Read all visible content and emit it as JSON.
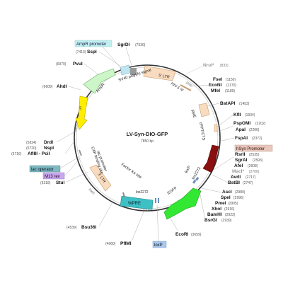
{
  "plasmid": {
    "name": "LV-Syn-DIO-GFP",
    "size": "7850 bp"
  },
  "ticks": {
    "t1000": "1000",
    "t2000": "2000",
    "t3000": "3000",
    "t4000": "4000",
    "t5000": "5000",
    "t6000": "6000",
    "t7000": "7000"
  },
  "features": {
    "ltr5": "5' LTR",
    "hiv": "HIV-1 Ψ",
    "rre": "RRE",
    "cppt": "cPPT/CTS",
    "loxp_r": "loxP",
    "lox2272_r": "lox2272",
    "egfp": "EGFP",
    "lox2272_b": "lox2272",
    "wpre": "WPRE",
    "factor_xa": "Factor Xa site",
    "ltr3": "3' LTR",
    "cap": "CAP binding site",
    "lac_promoter": "lac promoter",
    "ori": "ori",
    "ampr": "AmpR",
    "sv40": "SV40 poly(A) signal"
  },
  "boxed": {
    "ampr_promoter": "AmpR promoter",
    "hsyn_promoter": "hSyn Promoter",
    "lac_operator": "lac operator",
    "m13_rev": "M13 rev",
    "loxp_bottom": "loxP"
  },
  "sites": {
    "sspi_pos": "(7413)",
    "sspi": "SspI",
    "sgrdi_pos": "(7530)",
    "sgrdi": "SgrDI",
    "pvui_pos": "(6979)",
    "pvui": "PvuI",
    "nrui": "NruI*",
    "nrui_pos": "(833)",
    "ahdi_pos": "(6609)",
    "ahdi": "AhdI",
    "fsei": "FseI",
    "fsei_pos": "(1150)",
    "econi": "EcoNI",
    "econi_pos": "(1170)",
    "mfei": "MfeI",
    "mfei_pos": "(1189)",
    "bstapi": "BstAPI",
    "bstapi_pos": "(1453)",
    "kfli": "KflI",
    "kfli_pos": "(1934)",
    "pspomi": "PspOMI",
    "pspomi_pos": "(2202)",
    "apai": "ApaI",
    "apai_pos": "(2206)",
    "fspai": "FspAI",
    "fspai_pos": "(2372)",
    "rsrii": "RsrII",
    "rsrii_pos": "(2535)",
    "sgrai": "SgrAI",
    "sgrai_pos": "(2593)",
    "afei": "AfeI",
    "afei_pos": "(2608)",
    "maci": "MacI*",
    "maci_pos": "(2706)",
    "avrii": "AvrII",
    "avrii_pos": "(2717)",
    "bstbi": "BstBI",
    "bstbi_pos": "(2747)",
    "drdi_pos": "(5824)",
    "drdi": "DrdI",
    "nspi_pos": "(5720)",
    "nspi": "NspI",
    "afliii_pos": "(5716)",
    "afliii": "AflIII - PciI",
    "stui_pos": "(5318)",
    "stui": "StuI",
    "asci": "AscI",
    "asci_pos": "(2989)",
    "spei": "SpeI",
    "spei_pos": "(2996)",
    "pmei": "PmeI",
    "pmei_pos": "(2905)",
    "xhoi": "XhoI",
    "xhoi_pos": "(2916)",
    "bamhi": "BamHI",
    "bamhi_pos": "(2922)",
    "bsrgi": "BsrGI",
    "bsrgi_pos": "(2939)",
    "bsu36i_pos": "(4539)",
    "bsu36i": "Bsu36I",
    "pflmi_pos": "(4060)",
    "pflmi": "PflMI",
    "ecori": "EcoRI",
    "ecori_pos": "(3659)"
  },
  "colors": {
    "ltr": "#f9dcbf",
    "ampr": "#ccf5c8",
    "ori": "#ffee00",
    "hsyn": "#8a0f0f",
    "egfp": "#33e833",
    "wpre": "#3ec0c4",
    "sv40": "#bfe6f0",
    "gray": "#999999",
    "ampr_promoter_box": "#c2f0f0",
    "hsyn_box": "#e8c8bd",
    "lac_box": "#7fb8c0",
    "m13_box": "#c9a8f0",
    "loxp_box": "#aac8ec"
  }
}
